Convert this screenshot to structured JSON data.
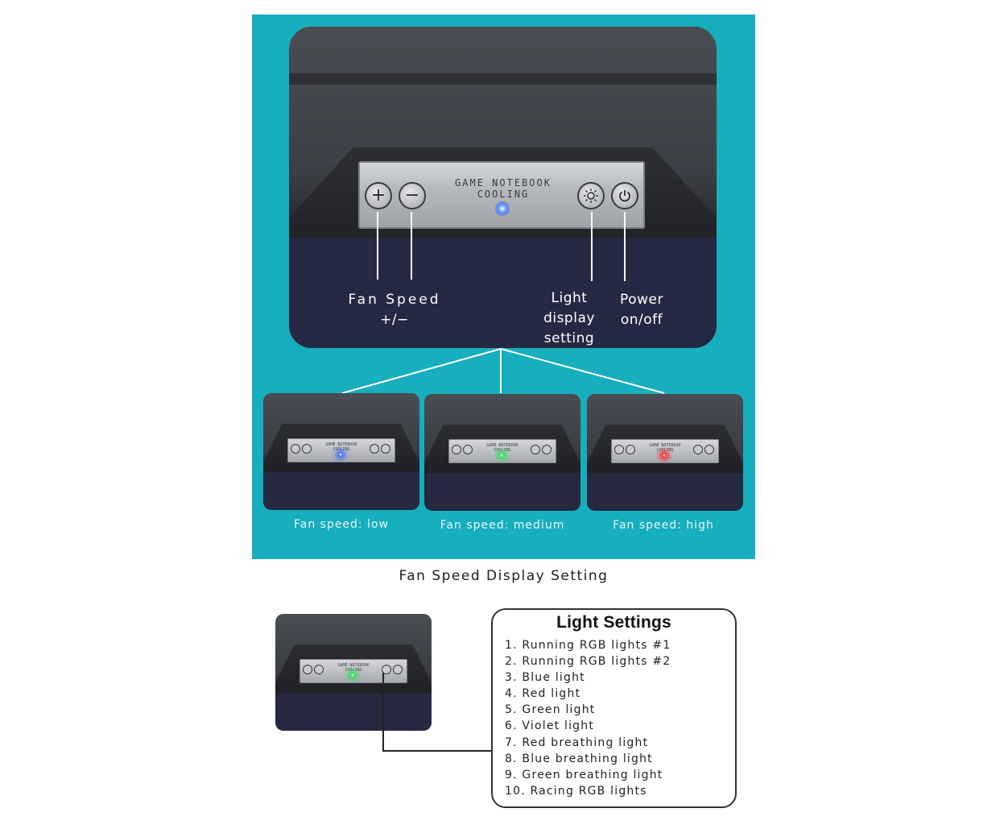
{
  "device_panel": {
    "plate_text_line1": "GAME NOTEBOOK",
    "plate_text_line2": "COOLING",
    "plus_symbol": "+",
    "minus_symbol": "−",
    "labels": {
      "fan_speed_line1": "Fan Speed",
      "fan_speed_line2": "+/−",
      "light_line1": "Light",
      "light_line2": "display",
      "light_line3": "setting",
      "power_line1": "Power",
      "power_line2": "on/off"
    }
  },
  "fan_speed_examples": [
    {
      "caption": "Fan speed: low",
      "led_color": "#3b6cff"
    },
    {
      "caption": "Fan speed: medium",
      "led_color": "#2fe35a"
    },
    {
      "caption": "Fan speed: high",
      "led_color": "#ff2a2a"
    }
  ],
  "figure_caption": "Fan Speed Display Setting",
  "light_settings": {
    "title": "Light Settings",
    "items": [
      "1. Running RGB lights #1",
      "2. Running RGB lights #2",
      "3. Blue light",
      "4. Red light",
      "5. Green light",
      "6. Violet light",
      "7. Red breathing light",
      "8. Blue breathing light",
      "9. Green breathing light",
      "10. Racing RGB lights"
    ],
    "photo_led_color": "#2fe35a"
  },
  "colors": {
    "teal_background": "#17aebd",
    "blue_led": "#3b6cff"
  }
}
